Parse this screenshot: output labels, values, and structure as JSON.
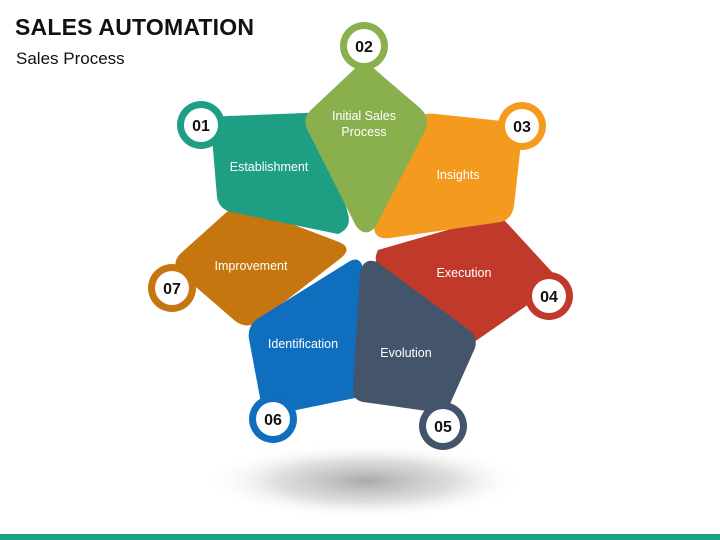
{
  "header": {
    "title": "SALES AUTOMATION",
    "subtitle": "Sales Process"
  },
  "steps": [
    {
      "number": "01",
      "label_lines": [
        "Establishment"
      ],
      "color": "#1e9e83"
    },
    {
      "number": "02",
      "label_lines": [
        "Initial Sales",
        "Process"
      ],
      "color": "#8ab04e"
    },
    {
      "number": "03",
      "label_lines": [
        "Insights"
      ],
      "color": "#f39a1f"
    },
    {
      "number": "04",
      "label_lines": [
        "Execution"
      ],
      "color": "#c0392b"
    },
    {
      "number": "05",
      "label_lines": [
        "Evolution"
      ],
      "color": "#44546a"
    },
    {
      "number": "06",
      "label_lines": [
        "Identification"
      ],
      "color": "#0f6fbe"
    },
    {
      "number": "07",
      "label_lines": [
        "Improvement"
      ],
      "color": "#c5760e"
    }
  ],
  "theme": {
    "accent": "#1fa187",
    "badge_fill": "#ffffff",
    "label_color": "#ffffff"
  }
}
